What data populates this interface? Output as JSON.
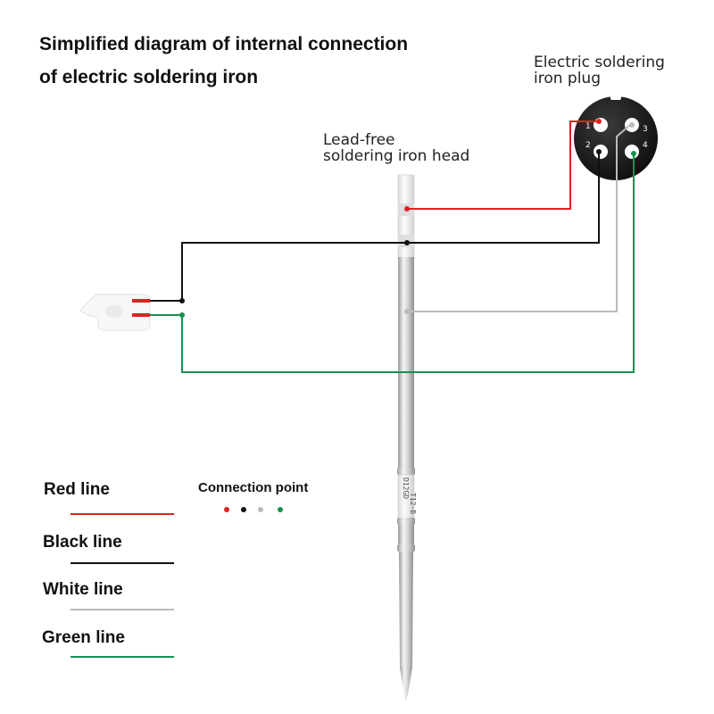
{
  "title": {
    "line1": "Simplified diagram of internal connection",
    "line2": "of electric soldering iron"
  },
  "plug": {
    "label_line1": "Electric soldering",
    "label_line2": "iron plug",
    "pins": [
      "1",
      "2",
      "3",
      "4"
    ]
  },
  "head": {
    "label_line1": "Lead-free",
    "label_line2": "soldering iron head",
    "marking1": "D12GD",
    "marking2": "T12-B"
  },
  "legend": {
    "items": [
      {
        "label": "Red line",
        "color": "#e02020"
      },
      {
        "label": "Black line",
        "color": "#111111"
      },
      {
        "label": "White line",
        "color": "#bbbbbb"
      },
      {
        "label": "Green line",
        "color": "#17924f"
      }
    ],
    "connection_point_label": "Connection point",
    "connection_point_colors": [
      "#e02020",
      "#111111",
      "#bbbbbb",
      "#17924f"
    ]
  },
  "colors": {
    "red": "#e02020",
    "black": "#111111",
    "white": "#bbbbbb",
    "green": "#17924f",
    "plug_body": "#1a1a1a",
    "tip_metal": "#c8c8c8"
  }
}
